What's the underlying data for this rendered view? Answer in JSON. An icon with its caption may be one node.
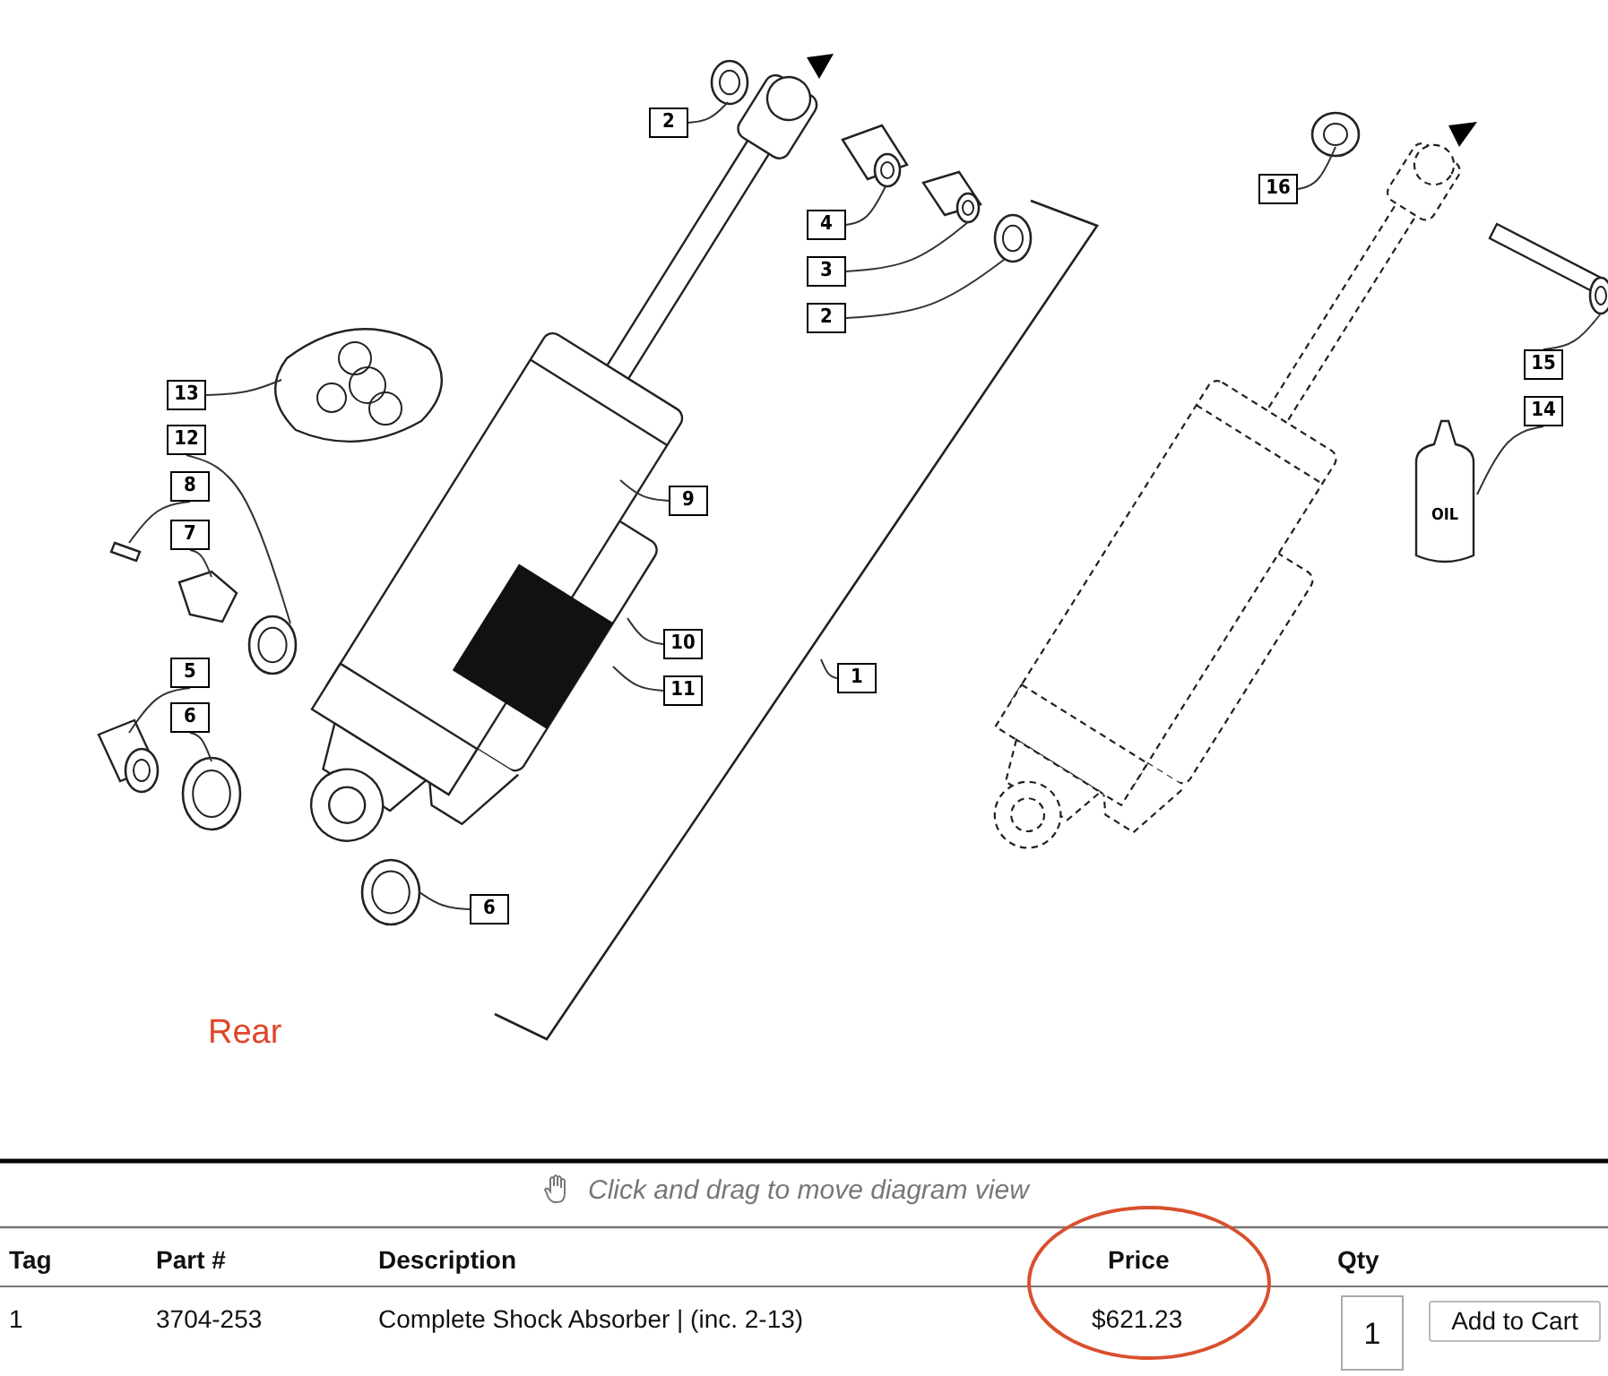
{
  "diagram": {
    "nodes": [
      {
        "text": [
          "2"
        ]
      },
      {
        "text": [
          "16"
        ]
      },
      {
        "text": [
          "4"
        ]
      },
      {
        "text": [
          "3"
        ]
      },
      {
        "text": [
          "2"
        ]
      },
      {
        "text": [
          "15"
        ]
      },
      {
        "text": [
          "13"
        ]
      },
      {
        "text": [
          "14"
        ]
      },
      {
        "text": [
          "12"
        ]
      },
      {
        "text": [
          "8"
        ]
      },
      {
        "text": [
          "9"
        ]
      },
      {
        "text": [
          "7"
        ]
      },
      {
        "text": [
          "10"
        ]
      },
      {
        "text": [
          "5"
        ]
      },
      {
        "text": [
          "1"
        ]
      },
      {
        "text": [
          "11"
        ]
      },
      {
        "text": [
          "6"
        ]
      },
      {
        "text": [
          "6"
        ]
      },
      {
        "text": [
          "OIL"
        ]
      }
    ],
    "edges": [
      {
        "from": 0,
        "to": null,
        "arrow": "none"
      },
      {
        "from": 1,
        "to": null,
        "arrow": "none"
      },
      {
        "from": 2,
        "to": null,
        "arrow": "none"
      },
      {
        "from": 3,
        "to": null,
        "arrow": "none"
      },
      {
        "from": 4,
        "to": null,
        "arrow": "none"
      },
      {
        "from": 5,
        "to": null,
        "arrow": "none"
      },
      {
        "from": 6,
        "to": null,
        "arrow": "none"
      },
      {
        "from": 7,
        "to": 18,
        "arrow": "none"
      },
      {
        "from": 8,
        "to": null,
        "arrow": "none"
      },
      {
        "from": 9,
        "to": null,
        "arrow": "none"
      },
      {
        "from": 10,
        "to": null,
        "arrow": "none"
      },
      {
        "from": 11,
        "to": null,
        "arrow": "none"
      },
      {
        "from": 12,
        "to": null,
        "arrow": "none"
      },
      {
        "from": 13,
        "to": null,
        "arrow": "none"
      },
      {
        "from": 14,
        "to": null,
        "arrow": "none"
      },
      {
        "from": 15,
        "to": null,
        "arrow": "none"
      },
      {
        "from": 16,
        "to": null,
        "arrow": "none"
      },
      {
        "from": 17,
        "to": null,
        "arrow": "none"
      }
    ],
    "labels": [
      "Rear",
      "Click and drag to move diagram view",
      "Tag",
      "Part #",
      "Description",
      "Price",
      "Qty",
      "1",
      "3704-253",
      "Complete Shock Absorber | (inc. 2-13)",
      "$621.23",
      "1",
      "Add to Cart"
    ]
  }
}
